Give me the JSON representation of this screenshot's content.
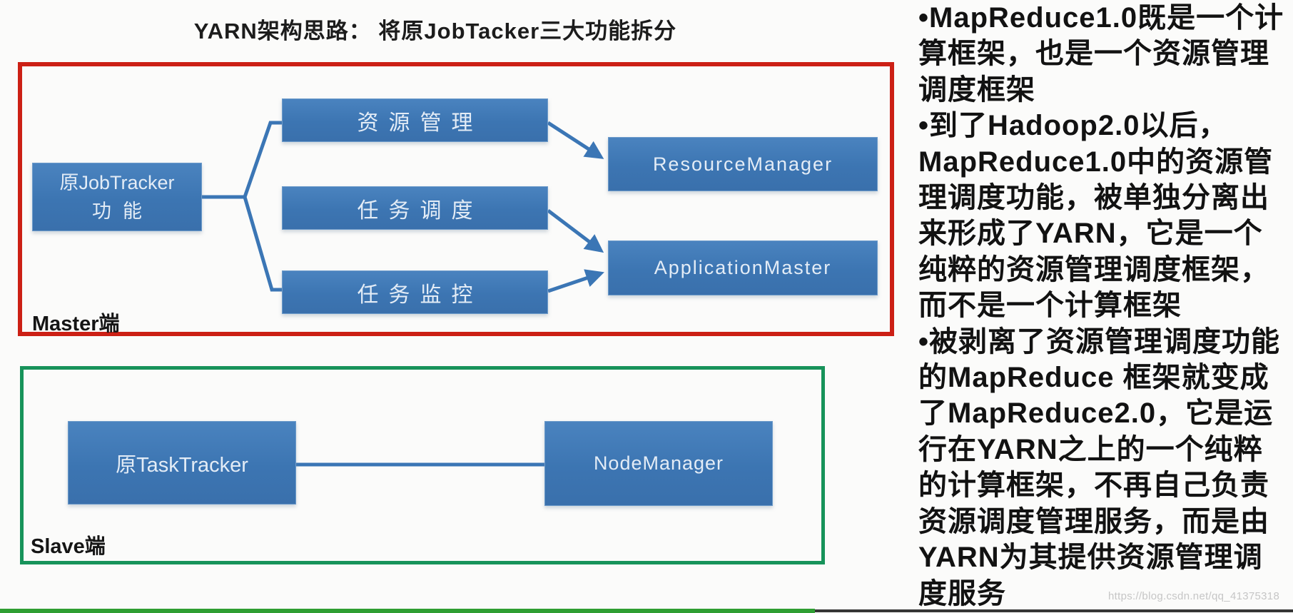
{
  "title": "YARN架构思路： 将原JobTacker三大功能拆分",
  "diagram": {
    "master_label": "Master端",
    "slave_label": "Slave端",
    "nodes": {
      "jobtracker_line1": "原JobTracker",
      "jobtracker_line2": "功能",
      "func_resource": "资源管理",
      "func_schedule": "任务调度",
      "func_monitor": "任务监控",
      "resource_manager": "ResourceManager",
      "application_master": "ApplicationMaster",
      "tasktracker": "原TaskTracker",
      "node_manager": "NodeManager"
    }
  },
  "notes": {
    "lines": [
      "•MapReduce1.0既是一个计",
      "算框架，也是一个资源管理",
      "调度框架",
      "•到了Hadoop2.0以后，",
      "MapReduce1.0中的资源管",
      "理调度功能，被单独分离出",
      "来形成了YARN，它是一个",
      "纯粹的资源管理调度框架，",
      "而不是一个计算框架",
      "•被剥离了资源管理调度功能",
      "的MapReduce 框架就变成",
      "了MapReduce2.0，它是运",
      "行在YARN之上的一个纯粹",
      "的计算框架，不再自己负责",
      "资源调度管理服务，而是由",
      "YARN为其提供资源管理调",
      "度服务"
    ]
  },
  "watermark": "https://blog.csdn.net/qq_41375318",
  "video_progress": {
    "percent": 63
  },
  "colors": {
    "box_blue": "#3c75b2",
    "master_border_red": "#cc2015",
    "slave_border_green": "#17935a",
    "connector_blue": "#3b76b5",
    "progress_green": "#2f9e32"
  }
}
